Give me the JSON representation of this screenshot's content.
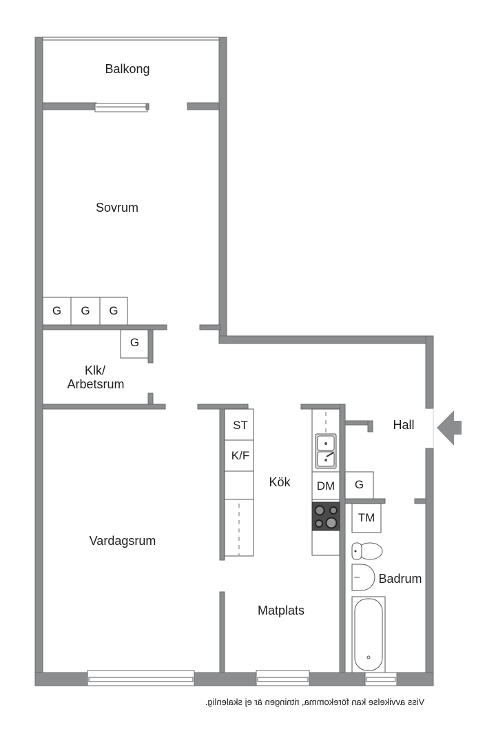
{
  "floor_plan": {
    "rooms": [
      {
        "id": "balkong",
        "label": "Balkong"
      },
      {
        "id": "sovrum",
        "label": "Sovrum"
      },
      {
        "id": "klk",
        "label_line1": "Klk/",
        "label_line2": "Arbetsrum"
      },
      {
        "id": "vardagsrum",
        "label": "Vardagsrum"
      },
      {
        "id": "kok",
        "label": "Kök"
      },
      {
        "id": "matplats",
        "label": "Matplats"
      },
      {
        "id": "hall",
        "label": "Hall"
      },
      {
        "id": "badrum",
        "label": "Badrum"
      }
    ],
    "closets": {
      "sovrum_g1": "G",
      "sovrum_g2": "G",
      "sovrum_g3": "G",
      "klk_g": "G",
      "hall_g": "G"
    },
    "appliances": {
      "st": "ST",
      "kf": "K/F",
      "dm": "DM",
      "tm": "TM"
    },
    "entrance_arrow": "entrance-arrow-icon",
    "colors": {
      "wall": "#8b8d8e",
      "wall_outline": "#6a6c6d",
      "stove": "#4a4a4a",
      "background": "#ffffff"
    }
  },
  "disclaimer": "Viss avvikelse kan förekomma, ritningen är ej skalenlig."
}
